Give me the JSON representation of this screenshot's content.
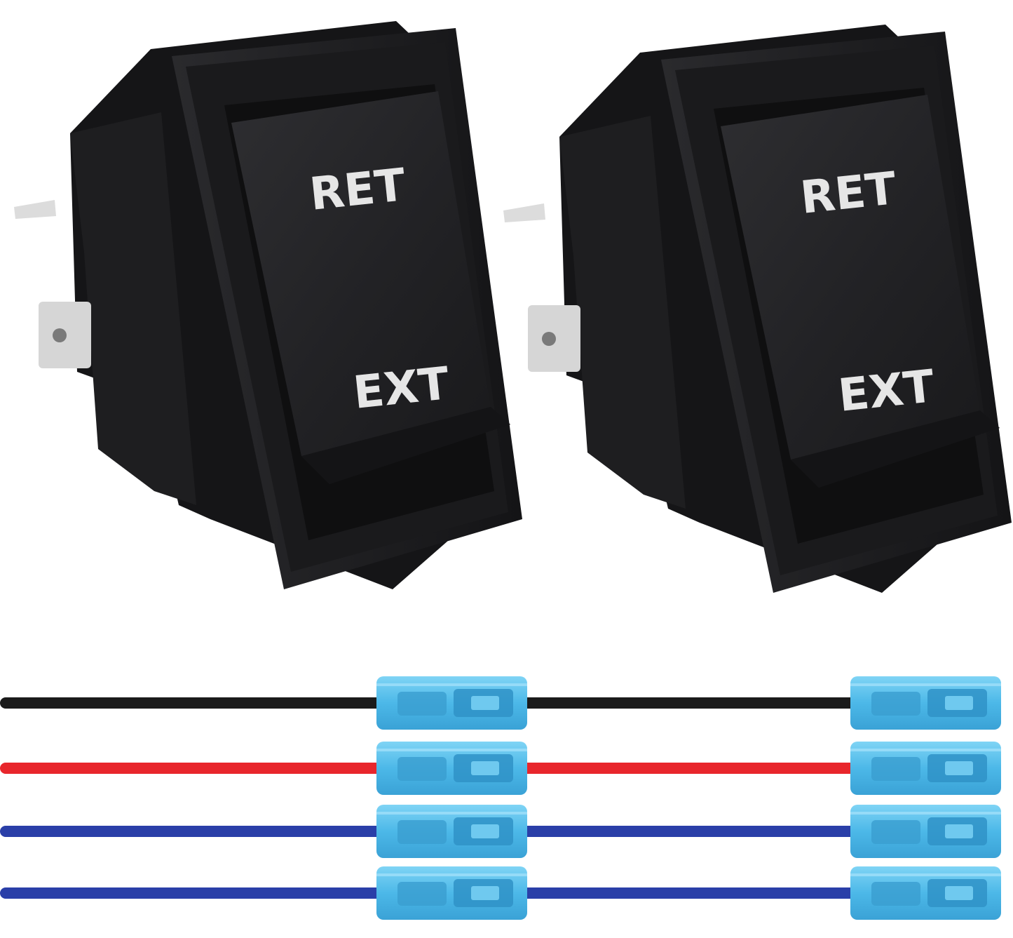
{
  "switches": [
    {
      "top_label": "RET",
      "bottom_label": "EXT"
    },
    {
      "top_label": "RET",
      "bottom_label": "EXT"
    }
  ],
  "wires": [
    {
      "color": "#1a1a1a",
      "name": "black"
    },
    {
      "color": "#e8262c",
      "name": "red"
    },
    {
      "color": "#2a3fa8",
      "name": "blue"
    },
    {
      "color": "#2a3fa8",
      "name": "blue"
    }
  ],
  "colors": {
    "switch_body": "#1c1c1e",
    "rocker": "#262628",
    "terminal": "#d9d9d9",
    "connector": "#5bc4ee"
  }
}
